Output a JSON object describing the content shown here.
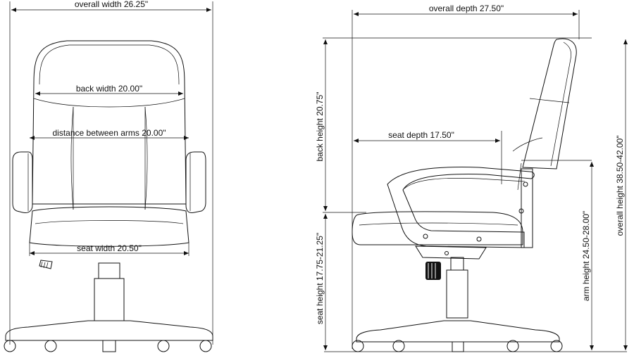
{
  "front_view": {
    "overall_width": "overall width 26.25\"",
    "back_width": "back width 20.00\"",
    "distance_between_arms": "distance between arms 20.00\"",
    "seat_width": "seat width 20.50\""
  },
  "side_view": {
    "overall_depth": "overall depth 27.50\"",
    "seat_depth": "seat depth 17.50\"",
    "back_height": "back height 20.75\"",
    "seat_height": "seat height 17.75-21.25\"",
    "arm_height": "arm height 24.50-28.00\"",
    "overall_height": "overall height 38.50-42.00\""
  }
}
